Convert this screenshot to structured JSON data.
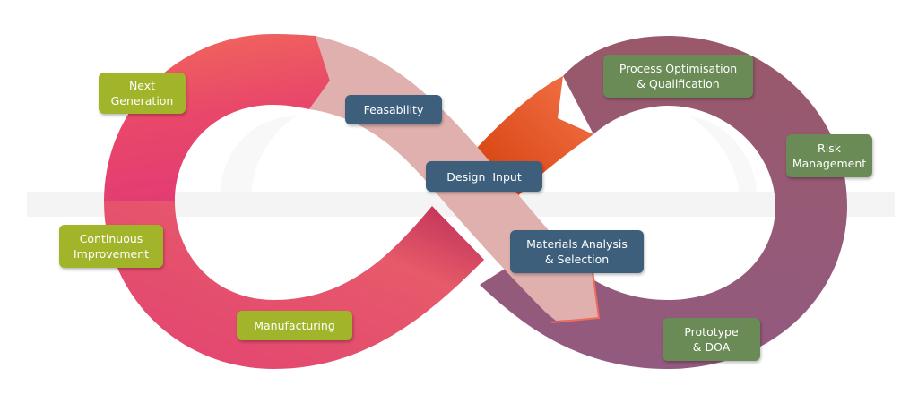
{
  "diagram": {
    "type": "infinity-loop-process",
    "colors": {
      "left_loop_top": "#f2675a",
      "left_loop_bottom": "#e33e72",
      "crossing_band": "#e0b0ae",
      "orange_arrow": "#f06a40",
      "orange_arrow_dark": "#d8400c",
      "right_loop": "#955a74",
      "horizontal_band": "#f4f4f4",
      "olive_box": "#a2b52a",
      "navy_box": "#3e5f7c",
      "green_box": "#6a8b55"
    },
    "stages": {
      "next_generation": {
        "line1": "Next",
        "line2": "Generation"
      },
      "continuous_improvement": {
        "line1": "Continuous",
        "line2": "Improvement"
      },
      "manufacturing": {
        "line1": "Manufacturing"
      },
      "feasability": {
        "line1": "Feasability"
      },
      "design_input": {
        "line1": "Design  Input"
      },
      "materials_analysis": {
        "line1": "Materials Analysis",
        "line2": "& Selection"
      },
      "process_optimisation": {
        "line1": "Process Optimisation",
        "line2": "& Qualification"
      },
      "risk_management": {
        "line1": "Risk",
        "line2": "Management"
      },
      "prototype": {
        "line1": "Prototype",
        "line2": "& DOA"
      }
    }
  }
}
